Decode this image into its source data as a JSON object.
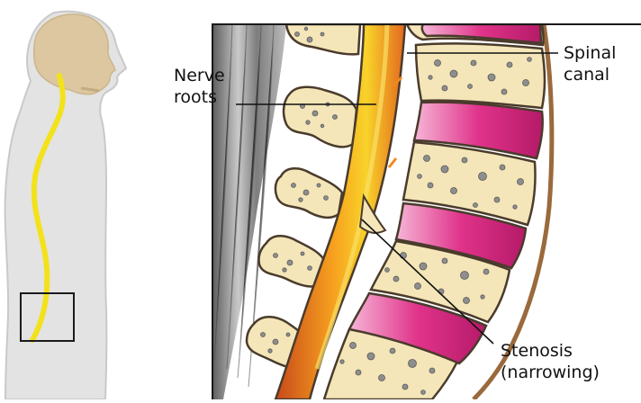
{
  "labels": {
    "nerve_roots": [
      "Nerve",
      "roots"
    ],
    "spinal_canal": [
      "Spinal",
      "canal"
    ],
    "stenosis": [
      "Stenosis",
      "(narrowing)"
    ]
  },
  "colors": {
    "body_silhouette": "#e3e3e3",
    "head_skin": "#dcc7a1",
    "spinal_cord_yellow": "#f3e21a",
    "bone_fill": "#f4e6b8",
    "bone_outline": "#5a4a3a",
    "disc_pink": "#e0338a",
    "disc_light": "#f4a8cf",
    "nerve_orange": "#f08a1c",
    "nerve_dark": "#d5561e",
    "muscle_gray": "#8d8d8d",
    "outer_tissue": "#9a6a3c"
  }
}
